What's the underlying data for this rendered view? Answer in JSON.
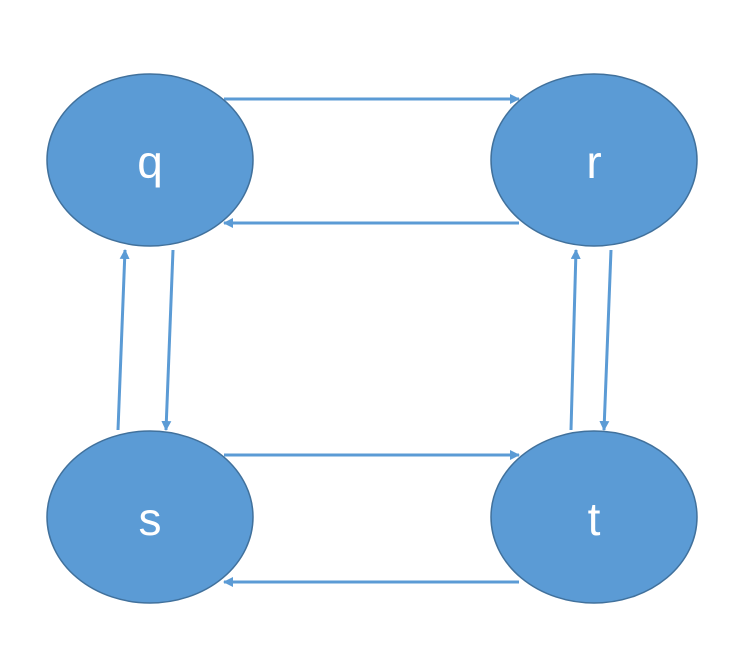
{
  "colors": {
    "node_fill": "#5b9bd5",
    "edge": "#5b9bd5",
    "label": "#ffffff"
  },
  "nodes": {
    "q": {
      "label": "q"
    },
    "r": {
      "label": "r"
    },
    "s": {
      "label": "s"
    },
    "t": {
      "label": "t"
    }
  },
  "edges": [
    {
      "from": "q",
      "to": "r"
    },
    {
      "from": "r",
      "to": "q"
    },
    {
      "from": "q",
      "to": "s"
    },
    {
      "from": "s",
      "to": "q"
    },
    {
      "from": "r",
      "to": "t"
    },
    {
      "from": "t",
      "to": "r"
    },
    {
      "from": "s",
      "to": "t"
    },
    {
      "from": "t",
      "to": "s"
    }
  ]
}
